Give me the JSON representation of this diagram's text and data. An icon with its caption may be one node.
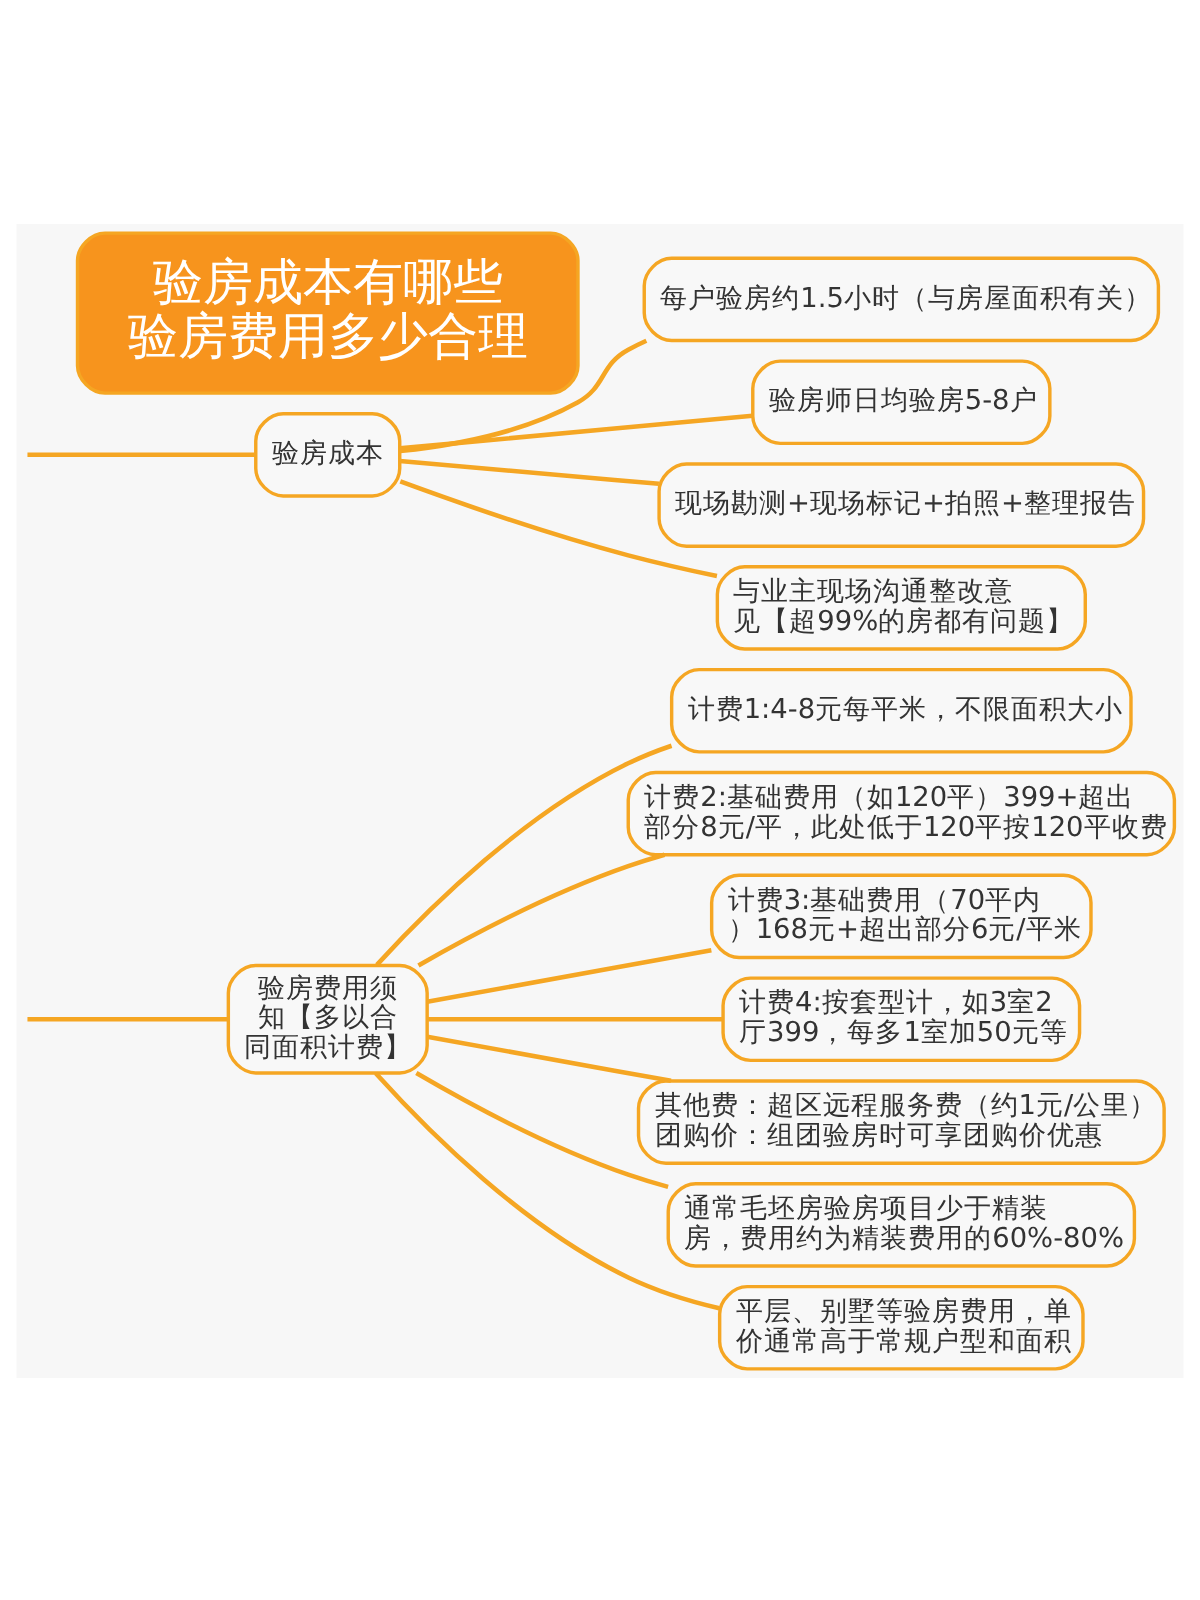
{
  "diagram": {
    "nodes": [
      {
        "text": [
          "验房成本有哪些验房费用多少合理"
        ]
      },
      {
        "text": [
          "验房成本"
        ]
      },
      {
        "text": [
          "每户验房约1.5小时（与房屋面积有关）"
        ]
      },
      {
        "text": [
          "验房师日均验房5-8户"
        ]
      },
      {
        "text": [
          "现场勘测+现场标记+拍照+整理报告"
        ]
      },
      {
        "text": [
          "与业主现场沟通整改意见【超99%的房都有问题】"
        ]
      },
      {
        "text": [
          "验房费用须知【多以合同面积计费】"
        ]
      },
      {
        "text": [
          "计费1:4-8元每平米，不限面积大小"
        ]
      },
      {
        "text": [
          "计费2:基础费用（如120平）399+超出部分8元/平，此处低于120平按120平收费"
        ]
      },
      {
        "text": [
          "计费3:基础费用（70平内）168元+超出部分6元/平米"
        ]
      },
      {
        "text": [
          "计费4:按套型计，如3室2厅399，每多1室加50元等"
        ]
      },
      {
        "text": [
          "其他费：超区远程服务费（约1元/公里）",
          "团购价：组团验房时可享团购价优惠"
        ]
      },
      {
        "text": [
          "通常毛坯房验房项目少于精装房，费用约为精装费用的60%-80%"
        ]
      },
      {
        "text": [
          "平层、别墅等验房费用，单价通常高于常规户型和面积"
        ]
      }
    ],
    "edges": [
      {
        "from": null,
        "to": 1,
        "arrow": "none"
      },
      {
        "from": null,
        "to": 6,
        "arrow": "none"
      },
      {
        "from": 1,
        "to": 2,
        "arrow": "none"
      },
      {
        "from": 1,
        "to": 3,
        "arrow": "none"
      },
      {
        "from": 1,
        "to": 4,
        "arrow": "none"
      },
      {
        "from": 1,
        "to": 5,
        "arrow": "none"
      },
      {
        "from": 6,
        "to": 7,
        "arrow": "none"
      },
      {
        "from": 6,
        "to": 8,
        "arrow": "none"
      },
      {
        "from": 6,
        "to": 9,
        "arrow": "none"
      },
      {
        "from": 6,
        "to": 10,
        "arrow": "none"
      },
      {
        "from": 6,
        "to": 11,
        "arrow": "none"
      },
      {
        "from": 6,
        "to": 12,
        "arrow": "none"
      },
      {
        "from": 6,
        "to": 13,
        "arrow": "none"
      }
    ]
  }
}
